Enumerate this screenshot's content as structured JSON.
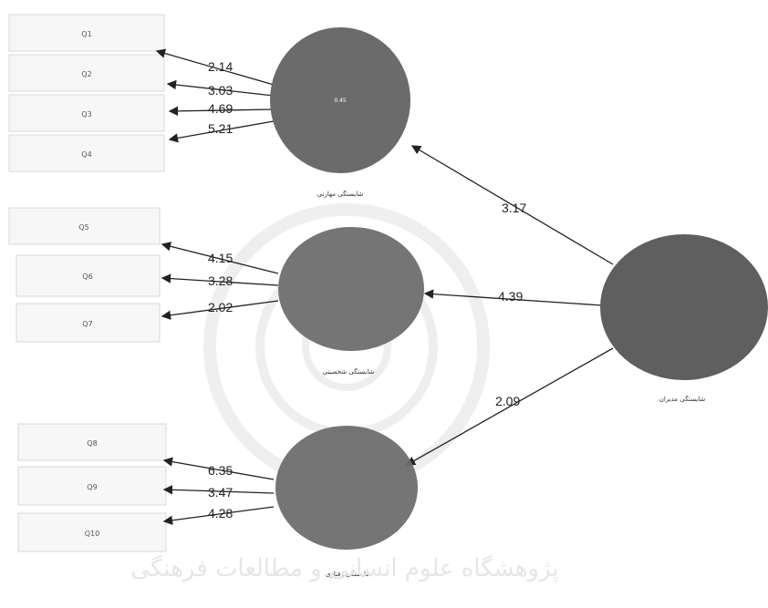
{
  "indicators": [
    {
      "label": "Q1"
    },
    {
      "label": "Q2"
    },
    {
      "label": "Q3"
    },
    {
      "label": "Q4"
    },
    {
      "label": "Q5"
    },
    {
      "label": "Q6"
    },
    {
      "label": "Q7"
    },
    {
      "label": "Q8"
    },
    {
      "label": "Q9"
    },
    {
      "label": "Q10"
    }
  ],
  "loadings": [
    "2.14",
    "3.03",
    "4.69",
    "5.21",
    "4.15",
    "3.28",
    "2.02",
    "6.35",
    "3.47",
    "4.28"
  ],
  "constructs": {
    "c1": {
      "label": "شایستگی مهارتی",
      "inner": "0.45"
    },
    "c2": {
      "label": "شایستگی شخصیتی"
    },
    "c3": {
      "label": "شایستگی رفتاری"
    },
    "main": {
      "label": "شایستگی مدیران"
    }
  },
  "paths": [
    "3.17",
    "4.39",
    "2.09"
  ],
  "watermark": "پژوهشگاه علوم انسانی و مطالعات فرهنگی",
  "colors": {
    "construct": "#6b6b6b",
    "main": "#5f5f5f",
    "arrow": "#222222"
  }
}
